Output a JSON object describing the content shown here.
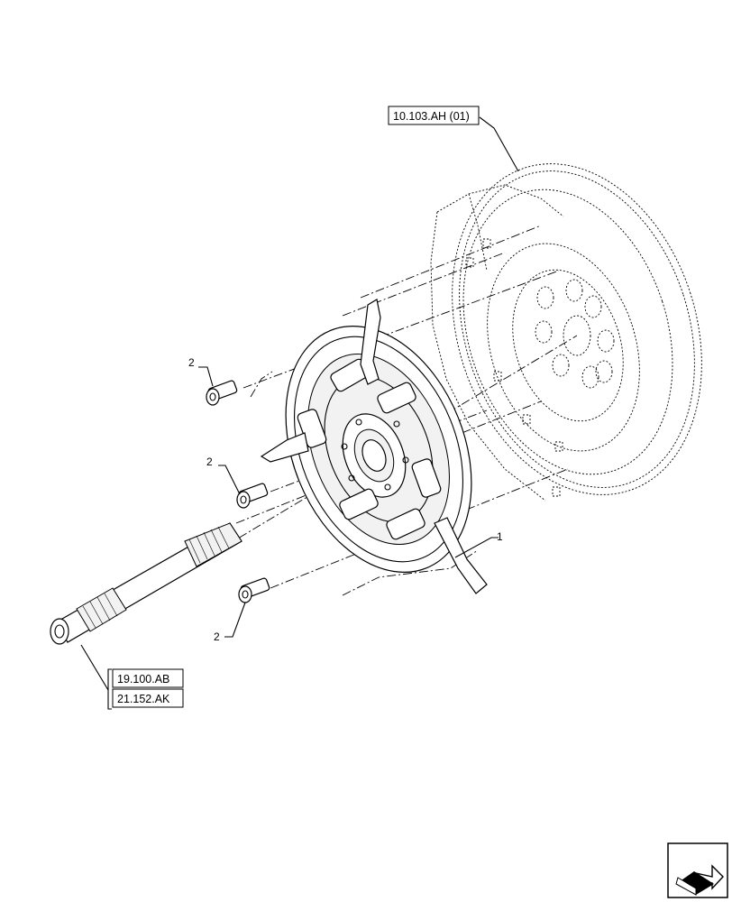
{
  "references": {
    "flywheel_ref": "10.103.AH (01)",
    "shaft_ref_1": "19.100.AB",
    "shaft_ref_2": "21.152.AK"
  },
  "callouts": {
    "clutch_assembly": "1",
    "bolt_upper": "2",
    "bolt_middle": "2",
    "bolt_lower": "2"
  },
  "icons": {
    "nav": "next-page-arrow-icon"
  }
}
